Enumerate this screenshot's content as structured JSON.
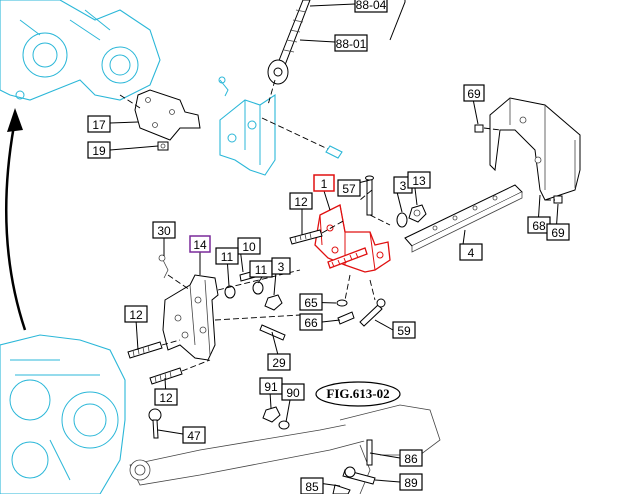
{
  "figure_label": "FIG.613-02",
  "callouts": {
    "c88_04": "88-04",
    "c88_01": "88-01",
    "c69_top": "69",
    "c17": "17",
    "c19": "19",
    "c1": "1",
    "c57": "57",
    "c3_top": "3",
    "c13": "13",
    "c12_top": "12",
    "c68": "68",
    "c69_bottom": "69",
    "c30": "30",
    "c14": "14",
    "c10": "10",
    "c11_a": "11",
    "c11_b": "11",
    "c3_mid": "3",
    "c4": "4",
    "c65": "65",
    "c66": "66",
    "c59": "59",
    "c12_mid": "12",
    "c29": "29",
    "c91": "91",
    "c90": "90",
    "c12_low": "12",
    "c47": "47",
    "c86": "86",
    "c89": "89",
    "c85": "85"
  },
  "colors": {
    "highlight_red": "#e01010",
    "assembly_cyan": "#2bb7d8",
    "selected_purple": "#7a2a9a"
  }
}
